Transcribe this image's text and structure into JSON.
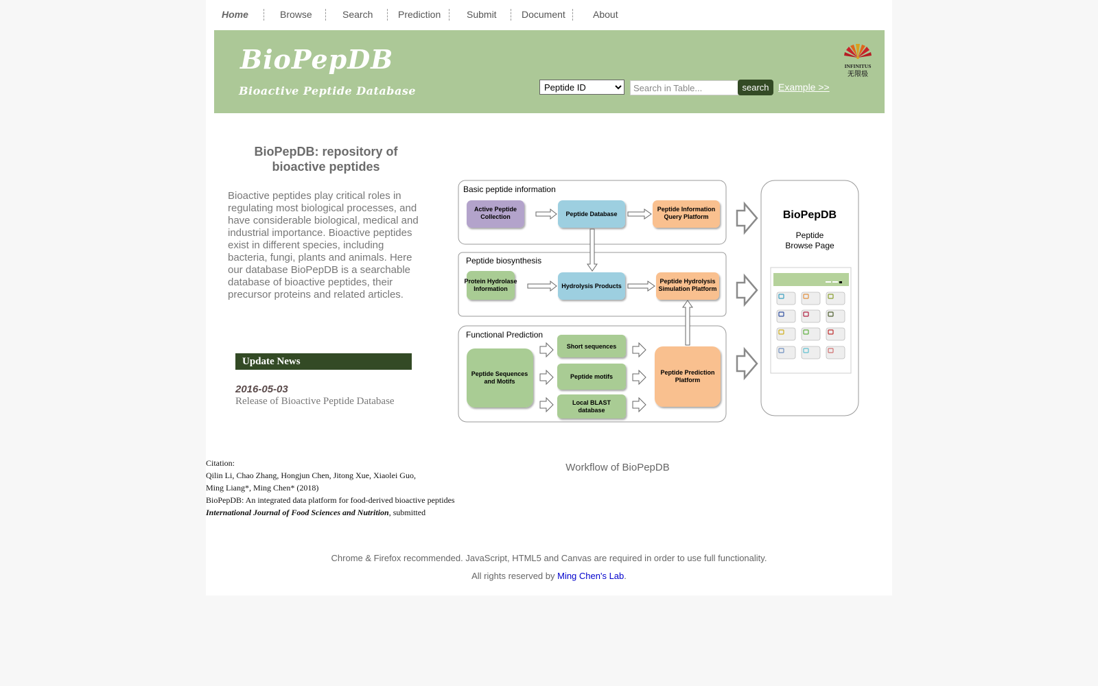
{
  "nav": {
    "items": [
      {
        "label": "Home"
      },
      {
        "label": "Browse"
      },
      {
        "label": "Search"
      },
      {
        "label": "Prediction"
      },
      {
        "label": "Submit"
      },
      {
        "label": "Document"
      },
      {
        "label": "About"
      }
    ]
  },
  "banner": {
    "title": "BioPepDB",
    "subtitle": "Bioactive Peptide Database",
    "search": {
      "selected_option": "Peptide ID",
      "placeholder": "Search in Table...",
      "button_label": "search",
      "example_label": "Example >>"
    },
    "partner_logo": {
      "text_en": "INFINITUS",
      "text_cn": "无限极"
    }
  },
  "intro": {
    "title": "BioPepDB: repository of bioactive peptides",
    "body": "Bioactive peptides play critical roles in regulating most biological processes, and have considerable biological, medical and industrial importance. Bioactive peptides exist in different species, including bacteria, fungi, plants and animals. Here our database BioPepDB is a searchable database of bioactive peptides, their precursor proteins and related articles."
  },
  "news": {
    "header": "Update News",
    "items": [
      {
        "date": "2016-05-03",
        "text": "Release of Bioactive Peptide Database"
      }
    ]
  },
  "workflow": {
    "caption": "Workflow of BioPepDB",
    "sections": [
      {
        "title": "Basic peptide information",
        "nodes": [
          {
            "lines": [
              "Active Peptide",
              "Collection"
            ],
            "color": "#b3a3cb"
          },
          {
            "lines": [
              "Peptide Database"
            ],
            "color": "#9dcfe0"
          },
          {
            "lines": [
              "Peptide Information",
              "Query Platform"
            ],
            "color": "#f9c08f"
          }
        ]
      },
      {
        "title": "Peptide biosynthesis",
        "nodes": [
          {
            "lines": [
              "Protein Hydrolase",
              "Information"
            ],
            "color": "#a9cc94"
          },
          {
            "lines": [
              "Hydrolysis  Products"
            ],
            "color": "#9dcfe0"
          },
          {
            "lines": [
              "Peptide Hydrolysis",
              "Simulation Platform"
            ],
            "color": "#f9c08f"
          }
        ]
      },
      {
        "title": "Functional Prediction",
        "nodes": [
          {
            "lines": [
              "Peptide Sequences",
              "and Motifs"
            ],
            "color": "#a9cc94"
          },
          {
            "lines": [
              "Short sequences"
            ],
            "color": "#a9cc94"
          },
          {
            "lines": [
              "Peptide motifs"
            ],
            "color": "#a9cc94"
          },
          {
            "lines": [
              "Local BLAST",
              "database"
            ],
            "color": "#a9cc94"
          },
          {
            "lines": [
              "Peptide Prediction",
              "Platform"
            ],
            "color": "#f9c08f"
          }
        ]
      }
    ],
    "output_panel": {
      "title": "BioPepDB",
      "subtitle_lines": [
        "Peptide",
        "Browse Page"
      ]
    },
    "colors": {
      "header_bar": "#b5d29b",
      "frame": "#999999"
    }
  },
  "citation": {
    "label": "Citation:",
    "authors_line1": "Qilin Li, Chao Zhang, Hongjun Chen, Jitong Xue, Xiaolei Guo,",
    "authors_line2": "Ming Liang*, Ming Chen* (2018)",
    "title": "BioPepDB: An integrated data platform for food-derived bioactive peptides",
    "journal": "International Journal of Food Sciences and Nutrition",
    "status": ", submitted"
  },
  "footer": {
    "note": "Chrome & Firefox recommended. JavaScript, HTML5 and Canvas are required in order to use full functionality.",
    "rights_prefix": "All rights reserved by ",
    "lab_link": "Ming Chen's Lab",
    "rights_suffix": "."
  },
  "theme": {
    "banner_green": "#acc897",
    "dark_green": "#334a25",
    "link_blue": "#0000cc"
  }
}
